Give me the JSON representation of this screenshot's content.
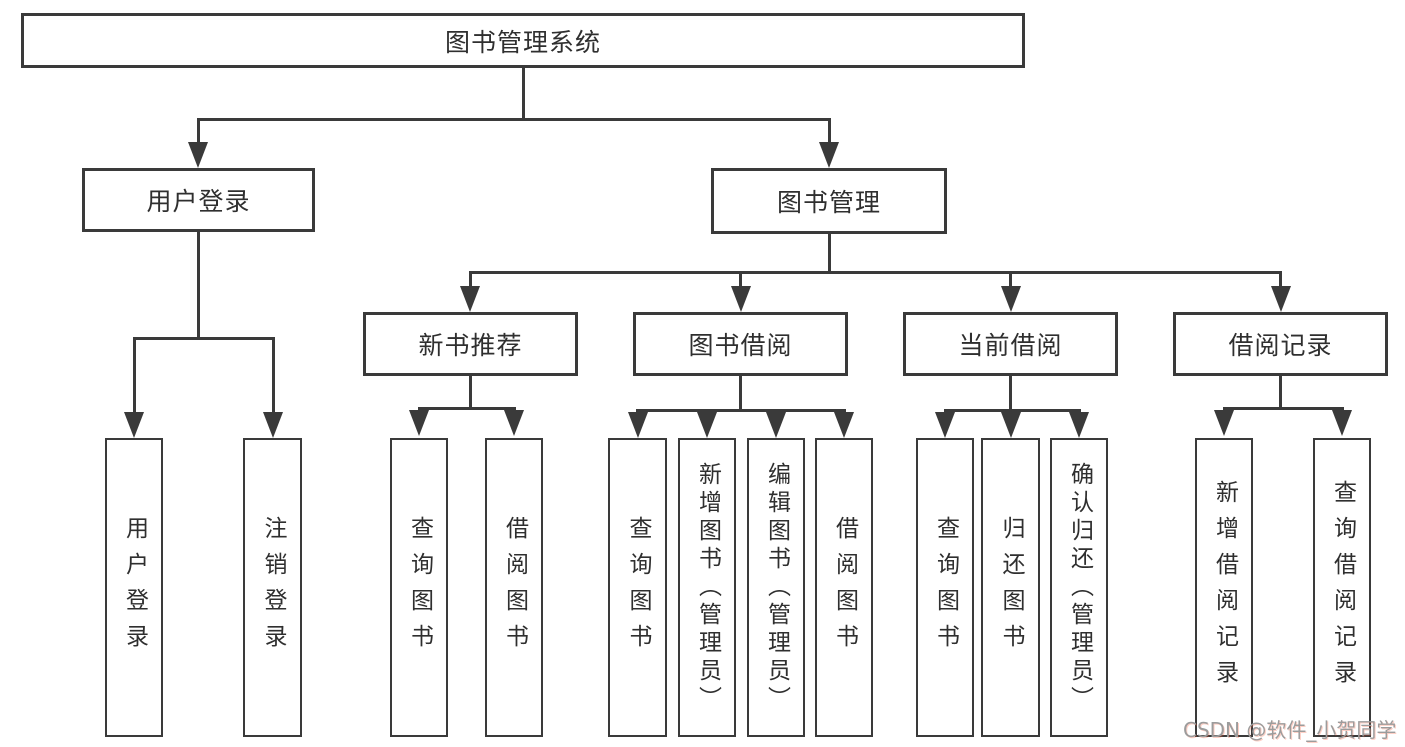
{
  "tree": {
    "root": {
      "label": "图书管理系统",
      "children": [
        {
          "label": "用户登录",
          "children": [
            {
              "label": "用户登录"
            },
            {
              "label": "注销登录"
            }
          ]
        },
        {
          "label": "图书管理",
          "children": [
            {
              "label": "新书推荐",
              "children": [
                {
                  "label": "查询图书"
                },
                {
                  "label": "借阅图书"
                }
              ]
            },
            {
              "label": "图书借阅",
              "children": [
                {
                  "label": "查询图书"
                },
                {
                  "label": "新增图书（管理员）"
                },
                {
                  "label": "编辑图书（管理员）"
                },
                {
                  "label": "借阅图书"
                }
              ]
            },
            {
              "label": "当前借阅",
              "children": [
                {
                  "label": "查询图书"
                },
                {
                  "label": "归还图书"
                },
                {
                  "label": "确认归还（管理员）"
                }
              ]
            },
            {
              "label": "借阅记录",
              "children": [
                {
                  "label": "新增借阅记录"
                },
                {
                  "label": "查询借阅记录"
                }
              ]
            }
          ]
        }
      ]
    }
  },
  "watermark": {
    "text": "CSDN @软件_小贺同学"
  },
  "colors": {
    "line": "#3a3a3a",
    "text": "#2f2f2f",
    "box_fill": "#ffffff",
    "watermark_gray": "#9c9c9c",
    "watermark_accent": "#fc5531"
  }
}
